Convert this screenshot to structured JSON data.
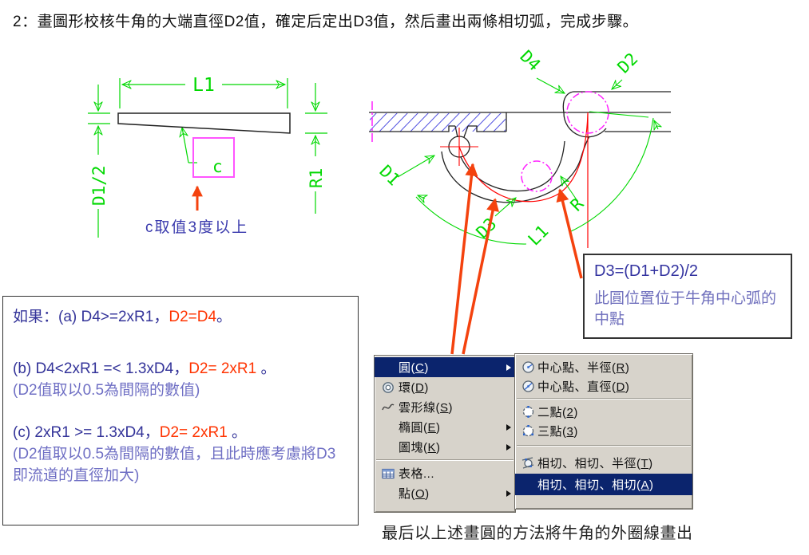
{
  "title": "2：畫圖形校核牛角的大端直徑D2值，確定后定出D3值，然后畫出兩條相切弧，完成步驟。",
  "caption": "最后以上述畫圓的方法將牛角的外圈線畫出",
  "left_diagram": {
    "labels": {
      "l1": "L1",
      "d1_2": "D1/2",
      "r1": "R1",
      "c": "c"
    },
    "note": "c取值3度以上"
  },
  "right_diagram": {
    "labels": {
      "d4": "D4",
      "d2": "D2",
      "d1": "D1",
      "d3": "D3",
      "r": "R",
      "l1": "L1"
    }
  },
  "d3_box": {
    "formula": "D3=(D1+D2)/2",
    "note": "此圓位置位于牛角中心弧的中點"
  },
  "conditions_box": {
    "line_a_prefix": "如果：(a) D4>=2xR1，",
    "line_a_result": "D2=D4",
    "line_a_suffix": "。",
    "line_b_prefix": "(b) D4<2xR1 =< 1.3xD4，",
    "line_b_result": "D2= 2xR1",
    "line_b_suffix": " 。",
    "line_b_note": "(D2值取以0.5為間隔的數值)",
    "line_c_prefix": "(c) 2xR1 >= 1.3xD4，",
    "line_c_result": "D2= 2xR1",
    "line_c_suffix": " 。",
    "line_c_note": "(D2值取以0.5為間隔的數值，且此時應考慮將D3即流道的直徑加大)"
  },
  "draw_menu": {
    "items": [
      {
        "pre": "圓(",
        "key": "C",
        "post": ")"
      },
      {
        "pre": "環(",
        "key": "D",
        "post": ")"
      },
      {
        "pre": "雲形線(",
        "key": "S",
        "post": ")"
      },
      {
        "pre": "橢圓(",
        "key": "E",
        "post": ")"
      },
      {
        "pre": "圖塊(",
        "key": "K",
        "post": ")"
      },
      {
        "pre": "表格...",
        "key": "",
        "post": ""
      },
      {
        "pre": "點(",
        "key": "O",
        "post": ")"
      }
    ]
  },
  "circle_submenu": {
    "items": [
      {
        "pre": "中心點、半徑(",
        "key": "R",
        "post": ")"
      },
      {
        "pre": "中心點、直徑(",
        "key": "D",
        "post": ")"
      },
      {
        "pre": "二點(",
        "key": "2",
        "post": ")"
      },
      {
        "pre": "三點(",
        "key": "3",
        "post": ")"
      },
      {
        "pre": "相切、相切、半徑(",
        "key": "T",
        "post": ")"
      },
      {
        "pre": "相切、相切、相切(",
        "key": "A",
        "post": ")"
      }
    ]
  },
  "colors": {
    "cad_green": "#00d800",
    "cad_magenta": "#ff22ff",
    "cad_red": "#ff0000",
    "arrow_orange": "#f4420e",
    "hatch_blue": "#5050e0",
    "navy_text": "#333399",
    "soft_blue_text": "#6f6fc4",
    "result_red_text": "#ff3300",
    "menu_highlight": "#0b246d",
    "menu_bg": "#d7d3cb"
  }
}
